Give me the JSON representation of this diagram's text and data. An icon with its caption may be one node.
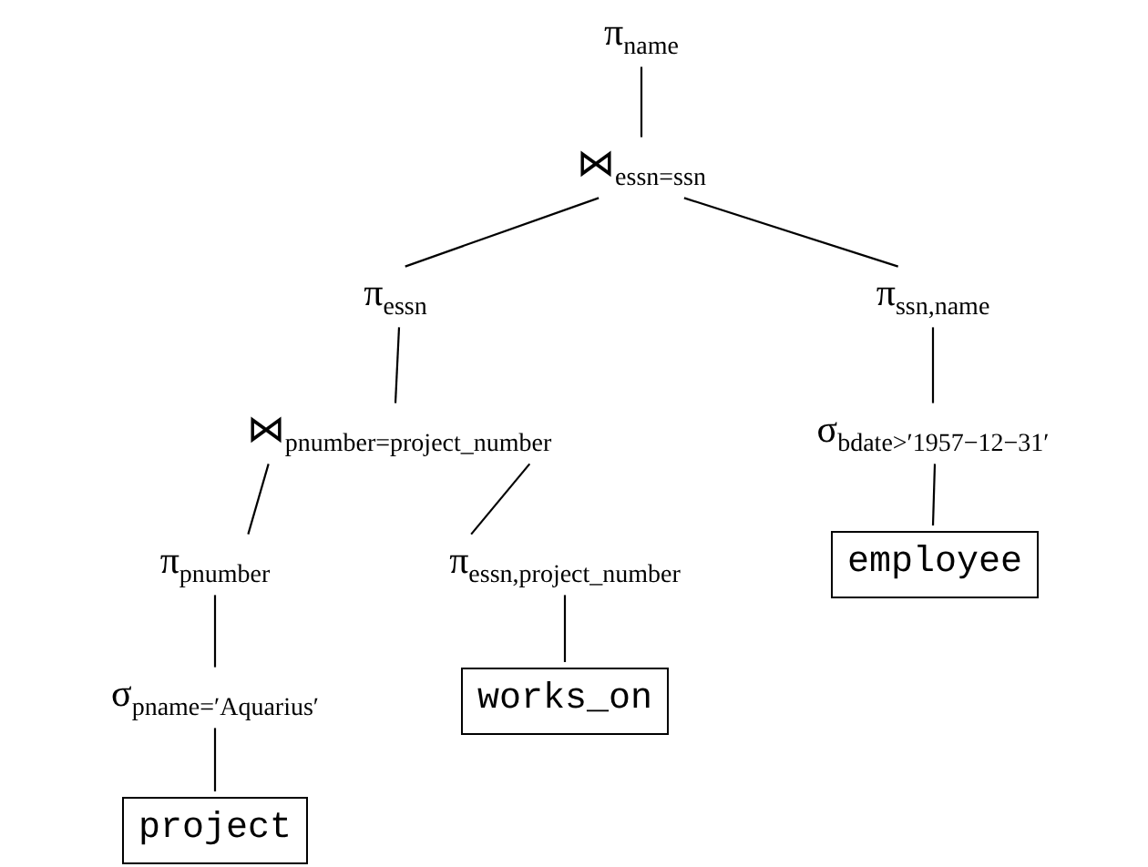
{
  "diagram": {
    "nodes": [
      {
        "text": [
          "π$_{name}$"
        ]
      },
      {
        "text": [
          "⋈$_{essn=ssn}$"
        ]
      },
      {
        "text": [
          "π$_{essn}$"
        ]
      },
      {
        "text": [
          "π$_{ssn,name}$"
        ]
      },
      {
        "text": [
          "⋈$_{pnumber=project_number}$"
        ]
      },
      {
        "text": [
          "σ$_{bdate>′1957−12−31′}$"
        ]
      },
      {
        "text": [
          "π$_{pnumber}$"
        ]
      },
      {
        "text": [
          "π$_{essn,project_number}$"
        ]
      },
      {
        "text": [
          "employee"
        ]
      },
      {
        "text": [
          "σ$_{pname=′Aquarius′}$"
        ]
      },
      {
        "text": [
          "works_on"
        ]
      },
      {
        "text": [
          "project"
        ]
      }
    ],
    "edges": [
      {
        "from": 0,
        "to": 1,
        "arrow": "none"
      },
      {
        "from": 1,
        "to": 2,
        "arrow": "none"
      },
      {
        "from": 1,
        "to": 3,
        "arrow": "none"
      },
      {
        "from": 2,
        "to": 4,
        "arrow": "none"
      },
      {
        "from": 3,
        "to": 5,
        "arrow": "none"
      },
      {
        "from": 4,
        "to": 6,
        "arrow": "none"
      },
      {
        "from": 4,
        "to": 7,
        "arrow": "none"
      },
      {
        "from": 5,
        "to": 8,
        "arrow": "none"
      },
      {
        "from": 6,
        "to": 9,
        "arrow": "none"
      },
      {
        "from": 7,
        "to": 10,
        "arrow": "none"
      },
      {
        "from": 9,
        "to": 11,
        "arrow": "none"
      }
    ]
  }
}
